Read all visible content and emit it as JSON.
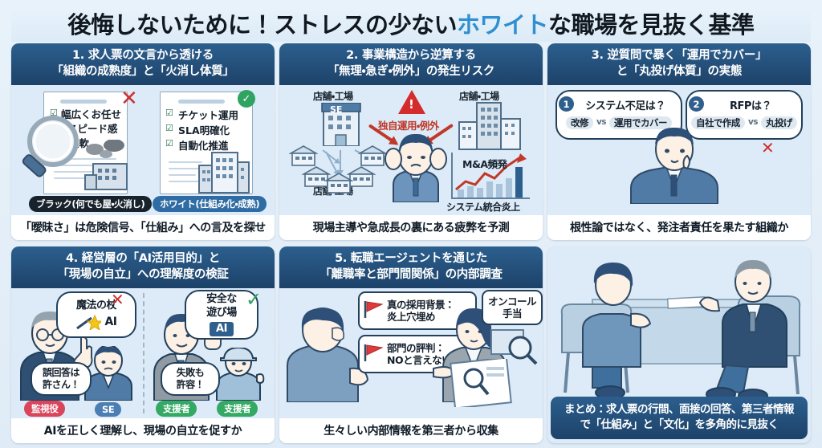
{
  "title": {
    "before": "後悔しないために！ストレスの少ない",
    "highlight": "ホワイト",
    "after": "な職場を見抜く基準"
  },
  "panels": [
    {
      "id": "panel-1",
      "head_line1": "1. 求人票の文言から透ける",
      "head_line2": "「組織の成熟度」と「火消し体質」",
      "foot": "「曖昧さ」は危険信号、「仕組み」への言及を探せ",
      "left_list": [
        "幅広くお任せ",
        "スピード感",
        "柔軟"
      ],
      "right_list": [
        "チケット運用",
        "SLA明確化",
        "自動化推進"
      ],
      "left_badge": "ブラック(何でも屋・火消し)",
      "right_badge": "ホワイト(仕組み化・成熟)",
      "x_mark": "✕",
      "check_mark": "✓"
    },
    {
      "id": "panel-2",
      "head_line1": "2. 事業構造から逆算する",
      "head_line2": "「無理・急ぎ・例外」の発生リスク",
      "foot": "現場主導や急成長の裏にある疲弊を予測",
      "label_top_left": "店舗・工場",
      "label_top_right": "店舗・工場",
      "label_bottom_left": "店舗・工場",
      "label_risk": "独自運用・例外",
      "label_chart": "M&A頻発",
      "label_chart_foot": "システム統合炎上",
      "building_tag": "SE",
      "warn_glyph": "!"
    },
    {
      "id": "panel-3",
      "head_line1": "3. 逆質問で暴く「運用でカバー」",
      "head_line2": "と「丸投げ体質」の実態",
      "foot": "根性論ではなく、発注者責任を果たす組織か",
      "q1_num": "1",
      "q1_title": "システム不足は？",
      "q1_opt_a": "改修",
      "q1_vs": "vs",
      "q1_opt_b": "運用でカバー",
      "q2_num": "2",
      "q2_title": "RFPは？",
      "q2_opt_a": "自社で作成",
      "q2_vs": "vs",
      "q2_opt_b": "丸投げ",
      "x_mark": "✕"
    },
    {
      "id": "panel-4",
      "head_line1": "4. 経営層の「AI活用目的」と",
      "head_line2": "「現場の自立」への理解度の検証",
      "foot": "AIを正しく理解し、現場の自立を促すか",
      "left_bubble_main": "魔法の杖",
      "left_bubble_ai": "AI",
      "left_bubble_sub": "誤回答は\n許さん！",
      "left_badge_1": "監視役",
      "left_badge_2": "SE",
      "right_bubble_main": "安全な\n遊び場",
      "right_bubble_ai": "AI",
      "right_bubble_sub": "失敗も\n許容！",
      "right_badge_1": "支援者",
      "right_badge_2": "支援者",
      "x_mark": "✕",
      "check_mark": "✓"
    },
    {
      "id": "panel-5",
      "head_line1": "5. 転職エージェントを通じた",
      "head_line2": "「離職率と部門間関係」の内部調査",
      "foot": "生々しい内部情報を第三者から収集",
      "bubble1_line1": "真の採用背景：",
      "bubble1_line2": "炎上穴埋め",
      "bubble2_line1": "部門の評判：",
      "bubble2_line2": "NOと言えない",
      "bubble3_line1": "オンコール",
      "bubble3_line2": "手当"
    }
  ],
  "summary": {
    "line1": "まとめ：求人票の行間、面接の回答、第三者情報",
    "line2": "で「仕組み」と「文化」を多角的に見抜く"
  },
  "colors": {
    "header_navy": "#1d4269",
    "accent_blue": "#2f8fd0",
    "danger_red": "#cf3030",
    "success_green": "#2fa360",
    "page_bg": "#e2eef8"
  }
}
